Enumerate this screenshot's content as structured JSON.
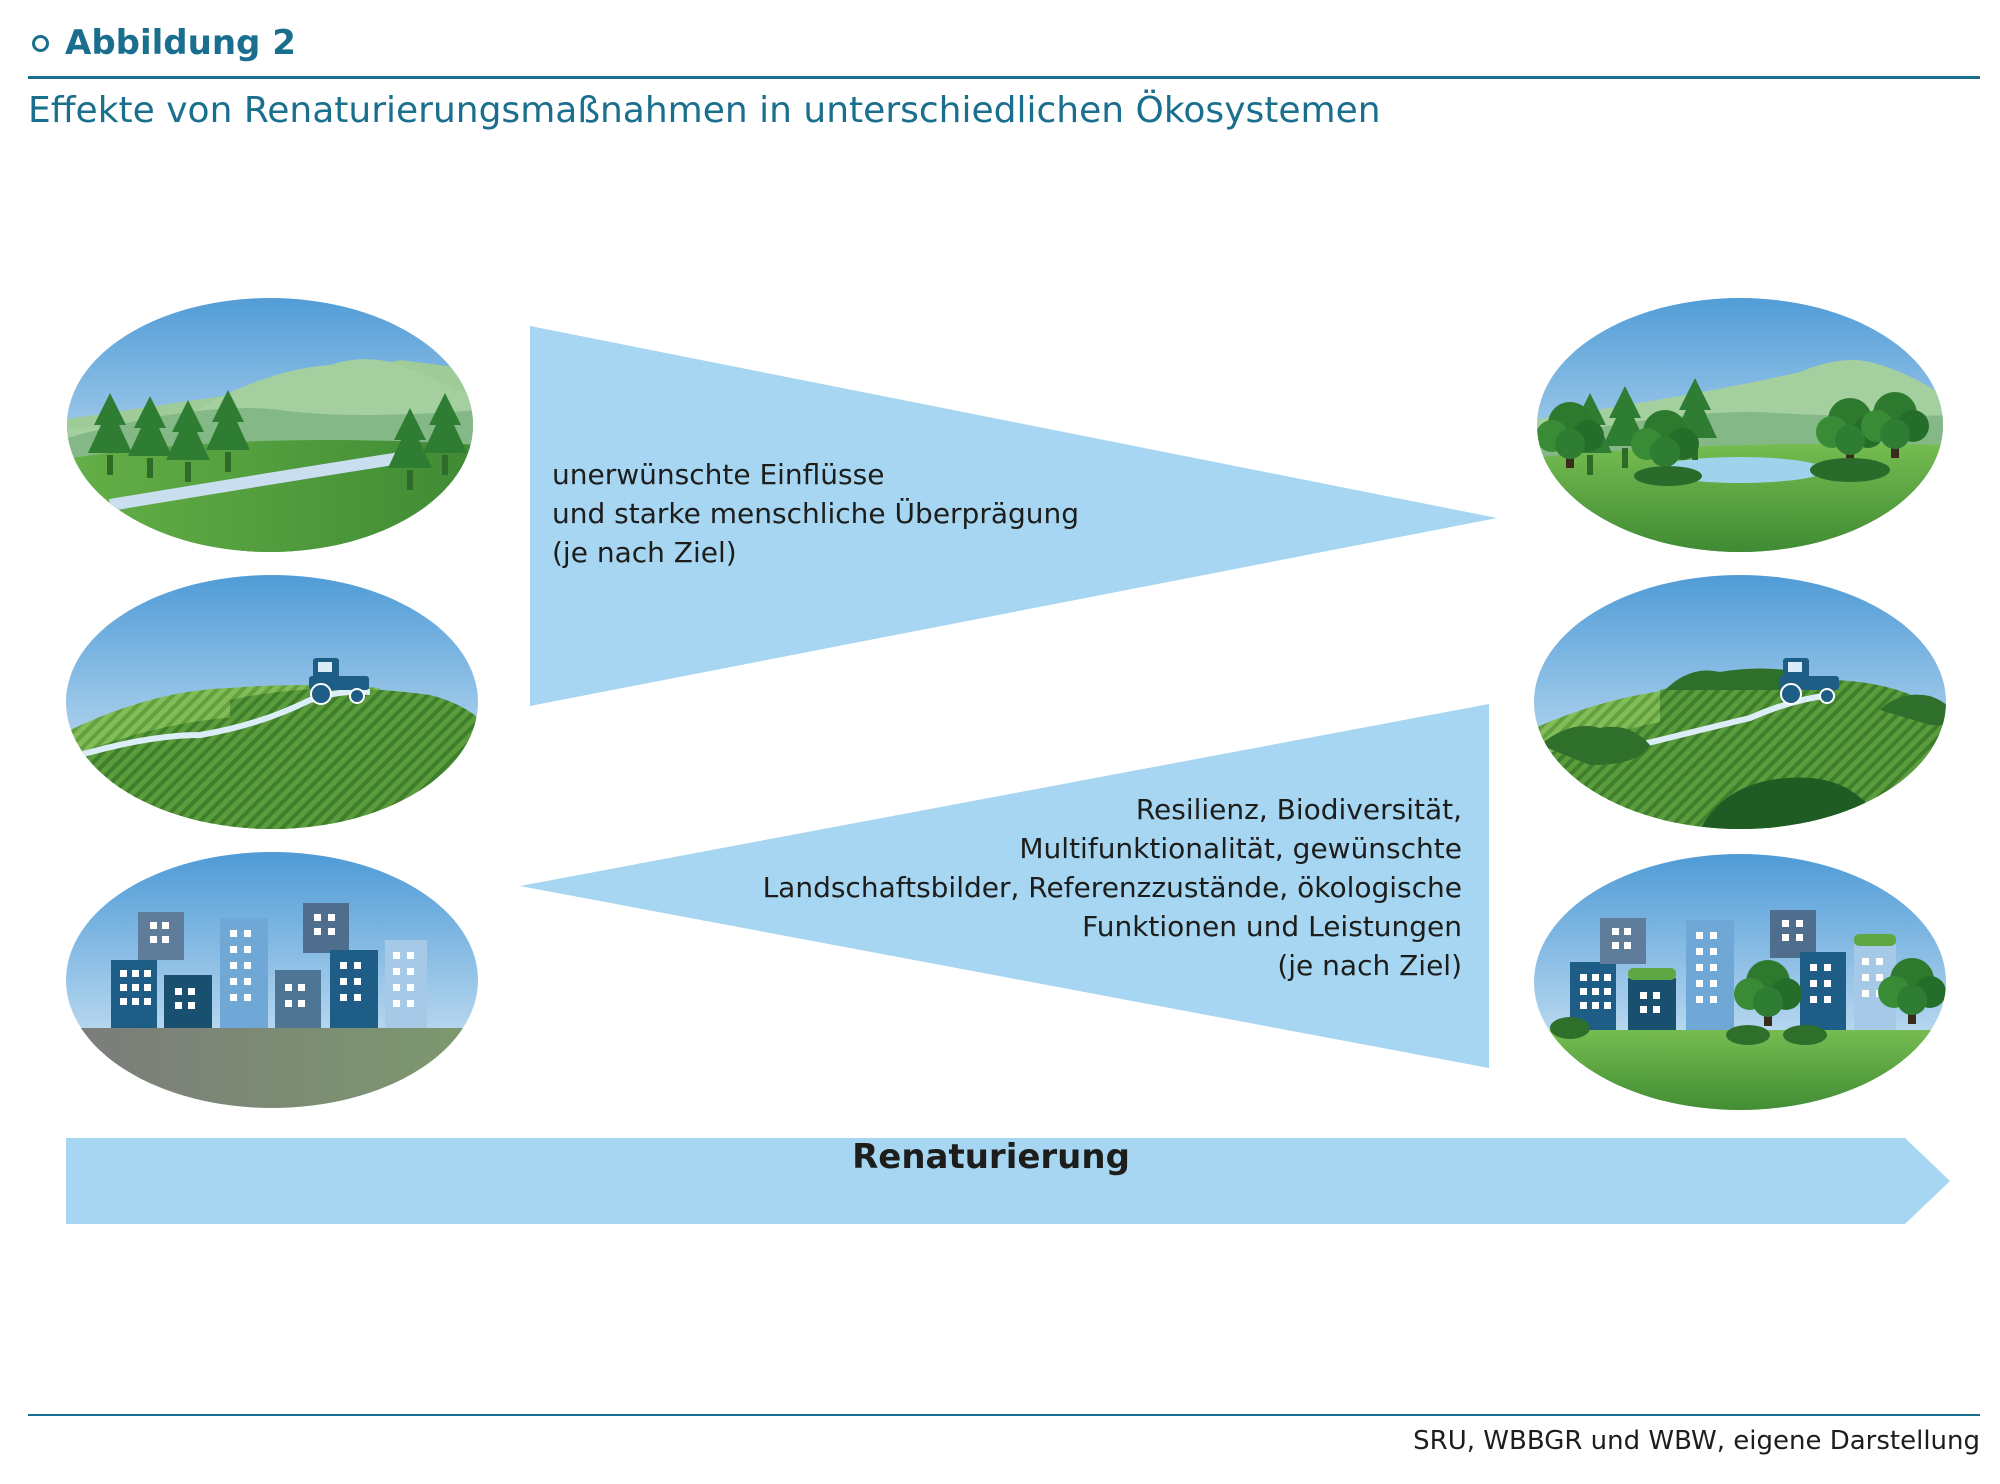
{
  "figure": {
    "label": "Abbildung 2",
    "title": "Effekte von Renaturierungsmaßnahmen in unterschiedlichen Ökosystemen"
  },
  "effects": {
    "top_lines": [
      "unerwünschte Einflüsse",
      "und starke menschliche Überprägung",
      "(je nach Ziel)"
    ],
    "bottom_lines": [
      "Resilienz, Biodiversität,",
      "Multifunktionalität, gewünschte",
      "Landschaftsbilder, Referenzzustände, ökologische",
      "Funktionen und Leistungen",
      "(je nach Ziel)"
    ]
  },
  "arrow": {
    "label": "Renaturierung"
  },
  "source": "SRU, WBBGR und WBW, eigene Darstellung",
  "colors": {
    "accent": "#1a6e8e",
    "wedge": "#a6d6f1",
    "grass": "#5ea743",
    "building_dark": "#1e5d86",
    "building_light": "#7fb3da"
  }
}
